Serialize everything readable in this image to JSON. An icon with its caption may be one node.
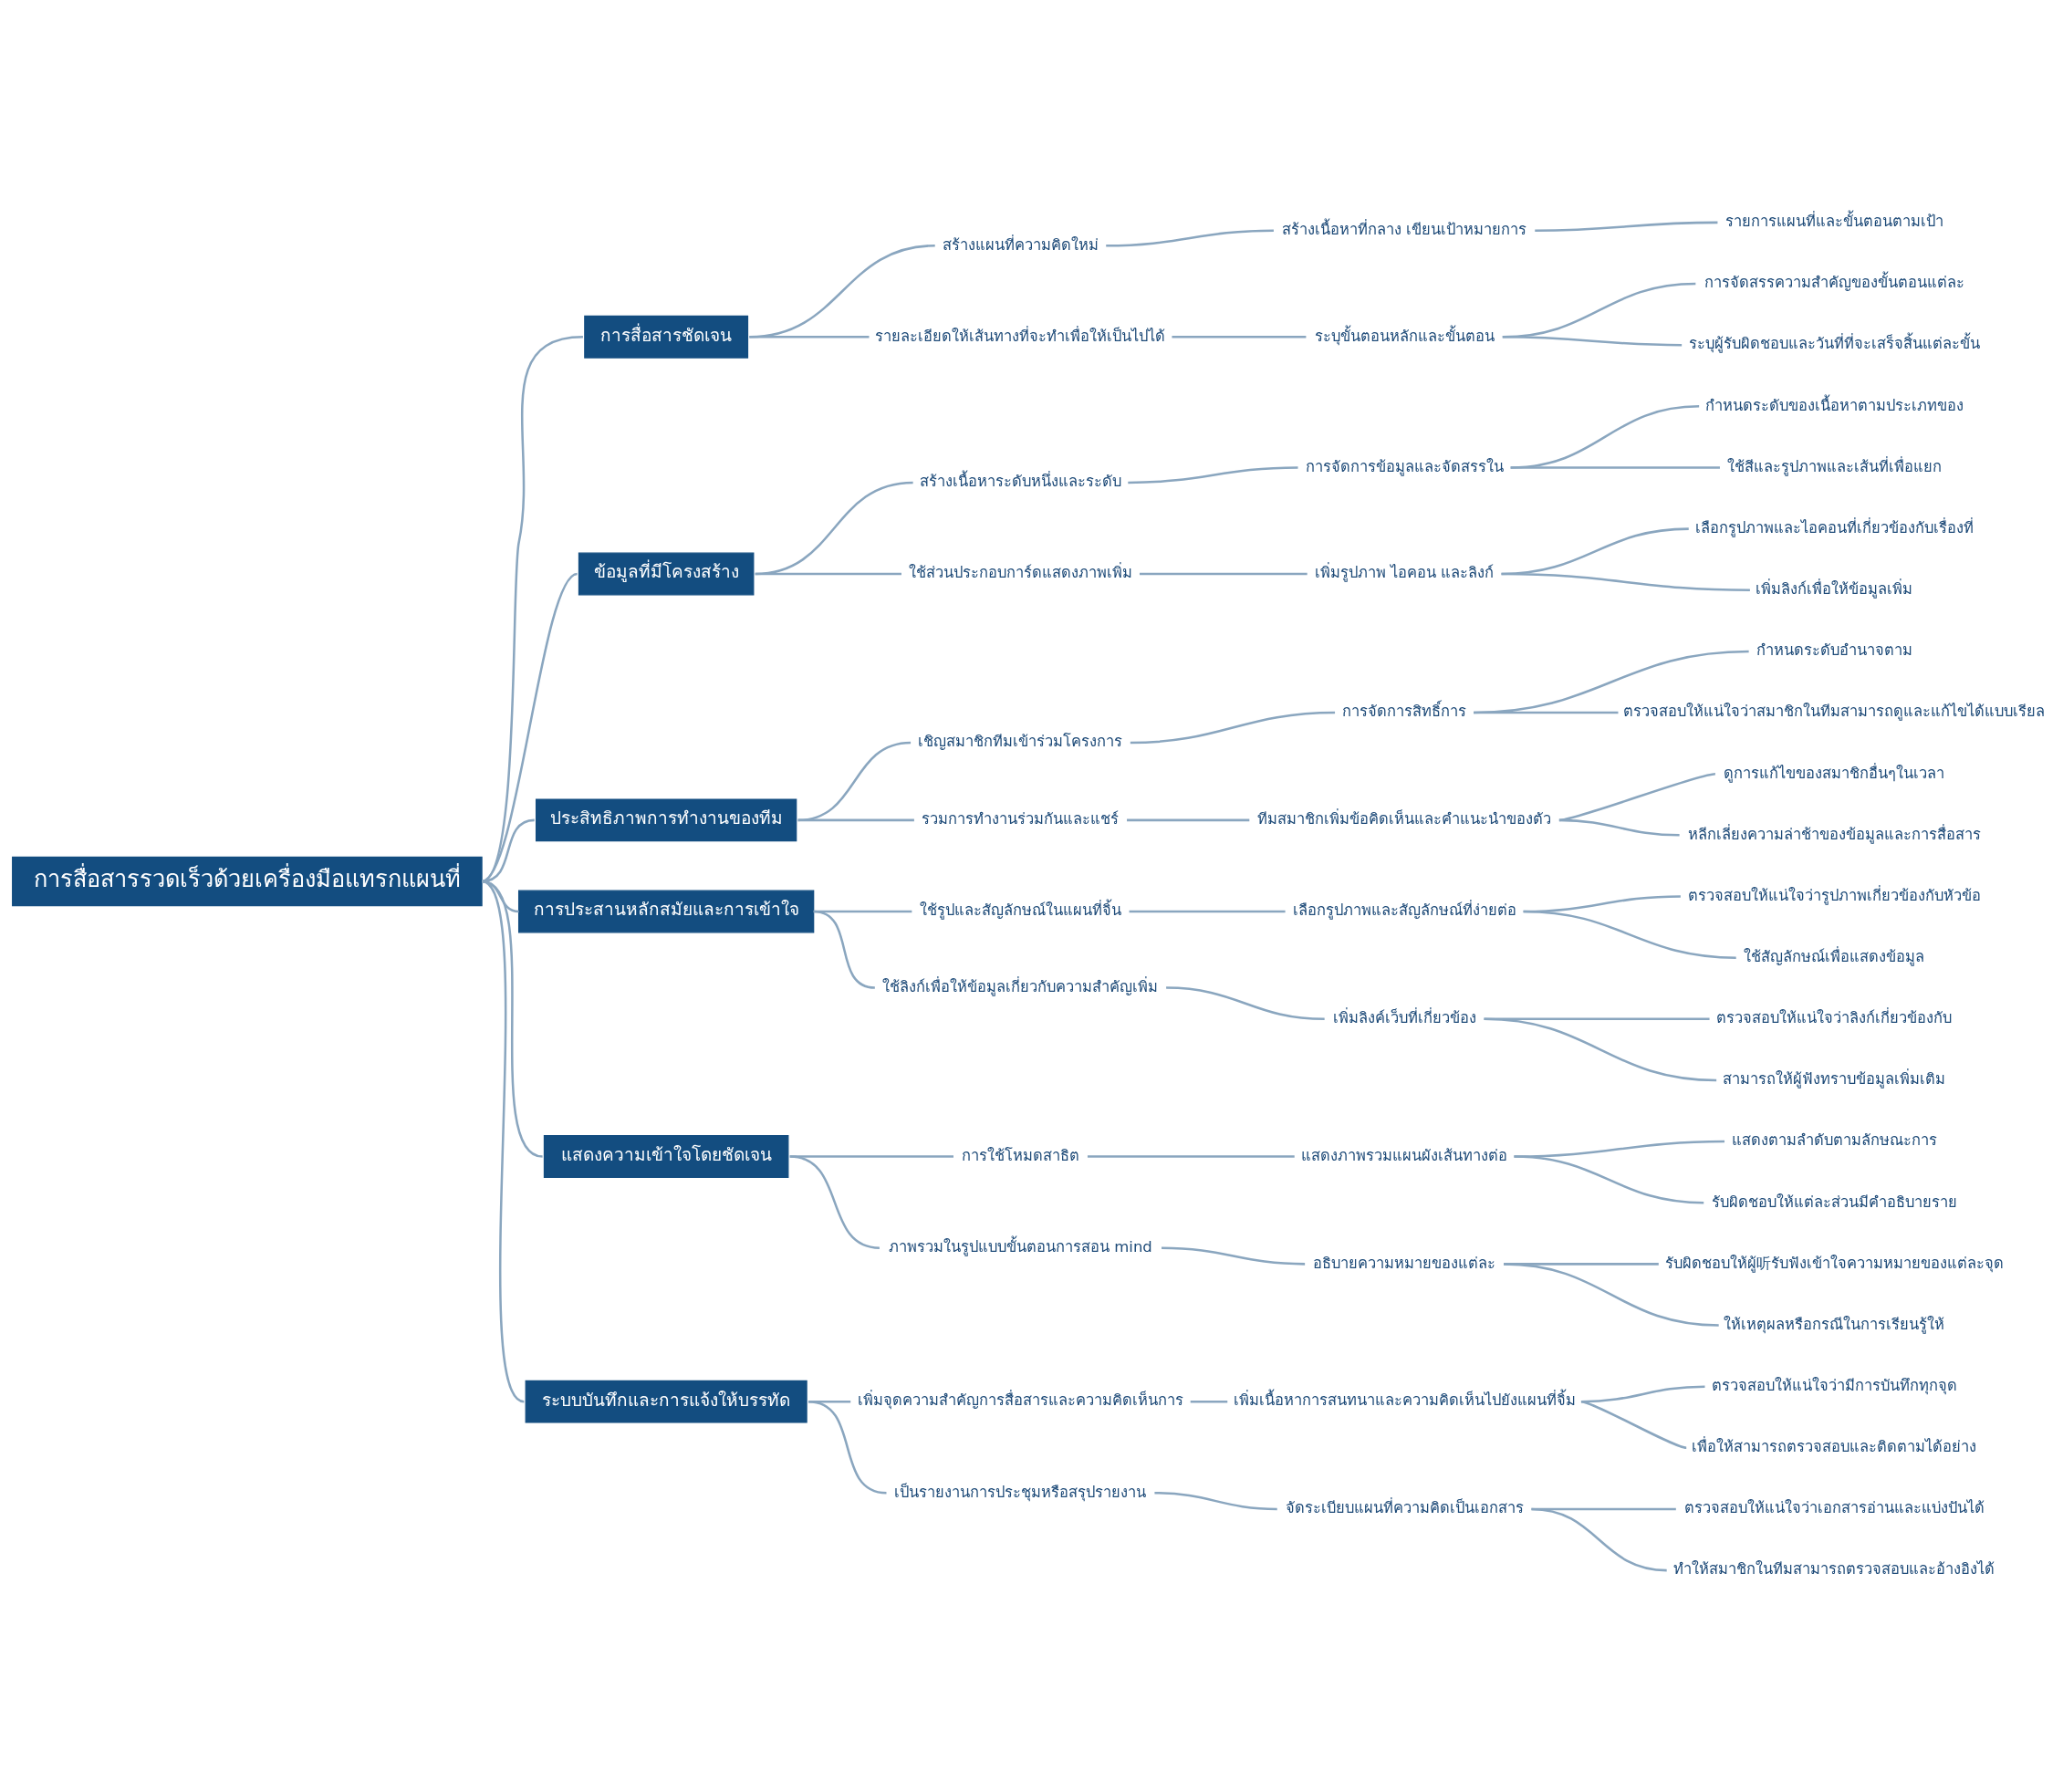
{
  "diagram": {
    "nodes": [
      {
        "text": [
          "การสื่อสารรวดเร็วด้วยเครื่องมือแทรกแผนที่"
        ]
      },
      {
        "text": [
          "การสื่อสารชัดเจน"
        ]
      },
      {
        "text": [
          "สร้างแผนที่ความคิดใหม่"
        ]
      },
      {
        "text": [
          "สร้างเนื้อหาที่กลาง เขียนเป้าหมายการ"
        ]
      },
      {
        "text": [
          "รายการแผนที่และขั้นตอนตามเป้า"
        ]
      },
      {
        "text": [
          "รายละเอียดให้เส้นทางที่จะทำเพื่อให้เป็นไปได้"
        ]
      },
      {
        "text": [
          "ระบุขั้นตอนหลักและขั้นตอน"
        ]
      },
      {
        "text": [
          "การจัดสรรความสำคัญของขั้นตอนแต่ละ"
        ]
      },
      {
        "text": [
          "ระบุผู้รับผิดชอบและวันที่ที่จะเสร็จสิ้นแต่ละขั้น"
        ]
      },
      {
        "text": [
          "ข้อมูลที่มีโครงสร้าง"
        ]
      },
      {
        "text": [
          "สร้างเนื้อหาระดับหนึ่งและระดับ"
        ]
      },
      {
        "text": [
          "การจัดการข้อมูลและจัดสรรใน"
        ]
      },
      {
        "text": [
          "กำหนดระดับของเนื้อหาตามประเภทของ"
        ]
      },
      {
        "text": [
          "ใช้สีและรูปภาพและเส้นที่เพื่อแยก"
        ]
      },
      {
        "text": [
          "ใช้ส่วนประกอบการ์ดแสดงภาพเพิ่ม"
        ]
      },
      {
        "text": [
          "เพิ่มรูปภาพ ไอคอน และลิงก์"
        ]
      },
      {
        "text": [
          "เลือกรูปภาพและไอคอนที่เกี่ยวข้องกับเรื่องที่"
        ]
      },
      {
        "text": [
          "เพิ่มลิงก์เพื่อให้ข้อมูลเพิ่ม"
        ]
      },
      {
        "text": [
          "ประสิทธิภาพการทำงานของทีม"
        ]
      },
      {
        "text": [
          "เชิญสมาชิกทีมเข้าร่วมโครงการ"
        ]
      },
      {
        "text": [
          "การจัดการสิทธิ์การ"
        ]
      },
      {
        "text": [
          "กำหนดระดับอำนาจตาม"
        ]
      },
      {
        "text": [
          "ตรวจสอบให้แน่ใจว่าสมาชิกในทีมสามารถดูและแก้ไขได้แบบเรียล"
        ]
      },
      {
        "text": [
          "รวมการทำงานร่วมกันและแชร์"
        ]
      },
      {
        "text": [
          "ทีมสมาชิกเพิ่มข้อคิดเห็นและคำแนะนำของตัว"
        ]
      },
      {
        "text": [
          "ดูการแก้ไขของสมาชิกอื่นๆในเวลา"
        ]
      },
      {
        "text": [
          "หลีกเลี่ยงความล่าช้าของข้อมูลและการสื่อสาร"
        ]
      },
      {
        "text": [
          "การประสานหลักสมัยและการเข้าใจ"
        ]
      },
      {
        "text": [
          "ใช้รูปและสัญลักษณ์ในแผนที่จิ้น"
        ]
      },
      {
        "text": [
          "เลือกรูปภาพและสัญลักษณ์ที่ง่ายต่อ"
        ]
      },
      {
        "text": [
          "ตรวจสอบให้แน่ใจว่ารูปภาพเกี่ยวข้องกับหัวข้อ"
        ]
      },
      {
        "text": [
          "ใช้สัญลักษณ์เพื่อแสดงข้อมูล"
        ]
      },
      {
        "text": [
          "ใช้ลิงก์เพื่อให้ข้อมูลเกี่ยวกับความสำคัญเพิ่ม"
        ]
      },
      {
        "text": [
          "เพิ่มลิงค์เว็บที่เกี่ยวข้อง"
        ]
      },
      {
        "text": [
          "ตรวจสอบให้แน่ใจว่าลิงก์เกี่ยวข้องกับ"
        ]
      },
      {
        "text": [
          "สามารถให้ผู้ฟังทราบข้อมูลเพิ่มเติม"
        ]
      },
      {
        "text": [
          "แสดงความเข้าใจโดยชัดเจน"
        ]
      },
      {
        "text": [
          "การใช้โหมดสาธิต"
        ]
      },
      {
        "text": [
          "แสดงภาพรวมแผนผังเส้นทางต่อ"
        ]
      },
      {
        "text": [
          "แสดงตามลำดับตามลักษณะการ"
        ]
      },
      {
        "text": [
          "รับผิดชอบให้แต่ละส่วนมีคำอธิบายราย"
        ]
      },
      {
        "text": [
          "ภาพรวมในรูปแบบขั้นตอนการสอน mind"
        ]
      },
      {
        "text": [
          "อธิบายความหมายของแต่ละ"
        ]
      },
      {
        "text": [
          "รับผิดชอบให้ผู้听รับฟังเข้าใจความหมายของแต่ละจุด"
        ]
      },
      {
        "text": [
          "ให้เหตุผลหรือกรณีในการเรียนรู้ให้"
        ]
      },
      {
        "text": [
          "ระบบบันทึกและการแจ้งให้บรรทัด"
        ]
      },
      {
        "text": [
          "เพิ่มจุดความสำคัญการสื่อสารและความคิดเห็นการ"
        ]
      },
      {
        "text": [
          "เพิ่มเนื้อหาการสนทนาและความคิดเห็นไปยังแผนที่จิ้ม"
        ]
      },
      {
        "text": [
          "ตรวจสอบให้แน่ใจว่ามีการบันทึกทุกจุด"
        ]
      },
      {
        "text": [
          "เพื่อให้สามารถตรวจสอบและติดตามได้อย่าง"
        ]
      },
      {
        "text": [
          "เป็นรายงานการประชุมหรือสรุปรายงาน"
        ]
      },
      {
        "text": [
          "จัดระเบียบแผนที่ความคิดเป็นเอกสาร"
        ]
      },
      {
        "text": [
          "ตรวจสอบให้แน่ใจว่าเอกสารอ่านและแบ่งปันได้"
        ]
      },
      {
        "text": [
          "ทำให้สมาชิกในทีมสามารถตรวจสอบและอ้างอิงได้"
        ]
      }
    ],
    "edges": [
      {
        "from": 0,
        "to": 1,
        "arrow": "none"
      },
      {
        "from": 1,
        "to": 2,
        "arrow": "none"
      },
      {
        "from": 2,
        "to": 3,
        "arrow": "none"
      },
      {
        "from": 3,
        "to": 4,
        "arrow": "none"
      },
      {
        "from": 1,
        "to": 5,
        "arrow": "none"
      },
      {
        "from": 5,
        "to": 6,
        "arrow": "none"
      },
      {
        "from": 6,
        "to": 7,
        "arrow": "none"
      },
      {
        "from": 6,
        "to": 8,
        "arrow": "none"
      },
      {
        "from": 0,
        "to": 9,
        "arrow": "none"
      },
      {
        "from": 9,
        "to": 10,
        "arrow": "none"
      },
      {
        "from": 10,
        "to": 11,
        "arrow": "none"
      },
      {
        "from": 11,
        "to": 12,
        "arrow": "none"
      },
      {
        "from": 11,
        "to": 13,
        "arrow": "none"
      },
      {
        "from": 9,
        "to": 14,
        "arrow": "none"
      },
      {
        "from": 14,
        "to": 15,
        "arrow": "none"
      },
      {
        "from": 15,
        "to": 16,
        "arrow": "none"
      },
      {
        "from": 15,
        "to": 17,
        "arrow": "none"
      },
      {
        "from": 0,
        "to": 18,
        "arrow": "none"
      },
      {
        "from": 18,
        "to": 19,
        "arrow": "none"
      },
      {
        "from": 19,
        "to": 20,
        "arrow": "none"
      },
      {
        "from": 20,
        "to": 21,
        "arrow": "none"
      },
      {
        "from": 20,
        "to": 22,
        "arrow": "none"
      },
      {
        "from": 18,
        "to": 23,
        "arrow": "none"
      },
      {
        "from": 23,
        "to": 24,
        "arrow": "none"
      },
      {
        "from": 24,
        "to": 25,
        "arrow": "none"
      },
      {
        "from": 24,
        "to": 26,
        "arrow": "none"
      },
      {
        "from": 0,
        "to": 27,
        "arrow": "none"
      },
      {
        "from": 27,
        "to": 28,
        "arrow": "none"
      },
      {
        "from": 28,
        "to": 29,
        "arrow": "none"
      },
      {
        "from": 29,
        "to": 30,
        "arrow": "none"
      },
      {
        "from": 29,
        "to": 31,
        "arrow": "none"
      },
      {
        "from": 27,
        "to": 32,
        "arrow": "none"
      },
      {
        "from": 32,
        "to": 33,
        "arrow": "none"
      },
      {
        "from": 33,
        "to": 34,
        "arrow": "none"
      },
      {
        "from": 33,
        "to": 35,
        "arrow": "none"
      },
      {
        "from": 0,
        "to": 36,
        "arrow": "none"
      },
      {
        "from": 36,
        "to": 37,
        "arrow": "none"
      },
      {
        "from": 37,
        "to": 38,
        "arrow": "none"
      },
      {
        "from": 38,
        "to": 39,
        "arrow": "none"
      },
      {
        "from": 38,
        "to": 40,
        "arrow": "none"
      },
      {
        "from": 36,
        "to": 41,
        "arrow": "none"
      },
      {
        "from": 41,
        "to": 42,
        "arrow": "none"
      },
      {
        "from": 42,
        "to": 43,
        "arrow": "none"
      },
      {
        "from": 42,
        "to": 44,
        "arrow": "none"
      },
      {
        "from": 0,
        "to": 45,
        "arrow": "none"
      },
      {
        "from": 45,
        "to": 46,
        "arrow": "none"
      },
      {
        "from": 46,
        "to": 47,
        "arrow": "none"
      },
      {
        "from": 47,
        "to": 48,
        "arrow": "none"
      },
      {
        "from": 47,
        "to": 49,
        "arrow": "none"
      },
      {
        "from": 45,
        "to": 50,
        "arrow": "none"
      },
      {
        "from": 50,
        "to": 51,
        "arrow": "none"
      },
      {
        "from": 51,
        "to": 52,
        "arrow": "none"
      },
      {
        "from": 51,
        "to": 53,
        "arrow": "none"
      }
    ]
  }
}
